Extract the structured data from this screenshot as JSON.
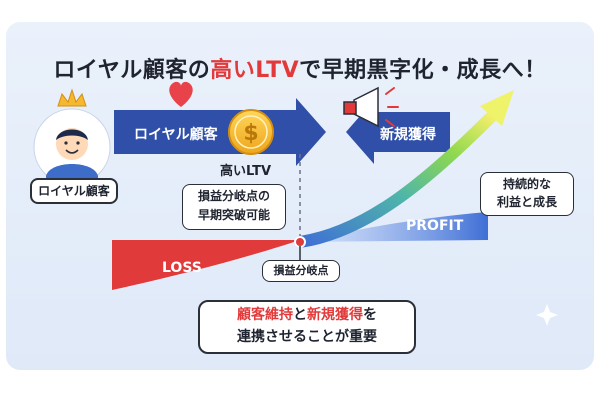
{
  "title": {
    "pre": "ロイヤル顧客の",
    "highlight": "高いLTV",
    "post": "で早期黒字化・成長へ！"
  },
  "customer_badge": "ロイヤル顧客",
  "loyal_arrow_label": "ロイヤル顧客",
  "coin_label": "高いLTV",
  "new_arrow_label": "新規獲得",
  "callout_early": {
    "line1": "損益分岐点の",
    "line2": "早期突破可能"
  },
  "callout_growth": {
    "line1": "持続的な",
    "line2": "利益と成長"
  },
  "profit_label": "PROFIT",
  "loss_label": "LOSS",
  "breakeven_label": "損益分岐点",
  "bottom_box": {
    "word1": "顧客維持",
    "conj": "と",
    "word2": "新規獲得",
    "tail1": "を",
    "line2": "連携させることが重要"
  },
  "colors": {
    "arrow_blue": "#2f4fa8",
    "loss_red": "#e03a3a",
    "profit_blue": "#3f6fd6",
    "accent_red": "#e23a3a",
    "coin_gold": "#f5b82e",
    "curve_green": "#7ed957"
  },
  "icons": [
    "crown-icon",
    "heart-icon",
    "coin-icon",
    "megaphone-icon",
    "sparkle-icon"
  ]
}
